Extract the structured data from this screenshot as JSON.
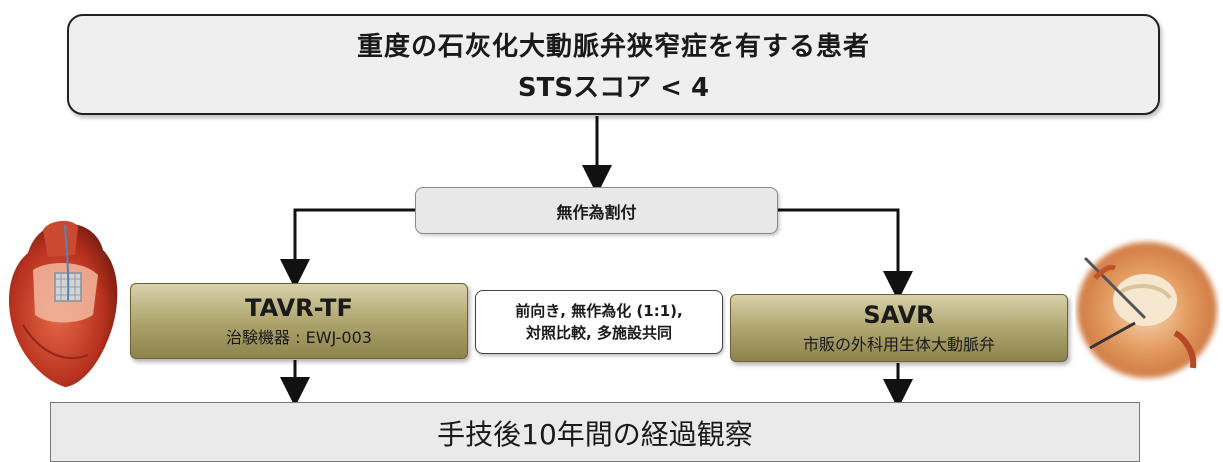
{
  "diagram": {
    "top_box": {
      "line1": "重度の石灰化大動脈弁狭窄症を有する患者",
      "line2": "STSスコア < 4"
    },
    "randomization": {
      "label": "無作為割付"
    },
    "arm_left": {
      "title": "TAVR-TF",
      "subtitle": "治験機器 : EWJ-003"
    },
    "study_design": {
      "line1": "前向き, 無作為化 (1:1),",
      "line2": "対照比較, 多施設共同"
    },
    "arm_right": {
      "title": "SAVR",
      "subtitle": "市販の外科用生体大動脈弁"
    },
    "outcome": {
      "label": "手技後10年間の経過観察"
    }
  }
}
